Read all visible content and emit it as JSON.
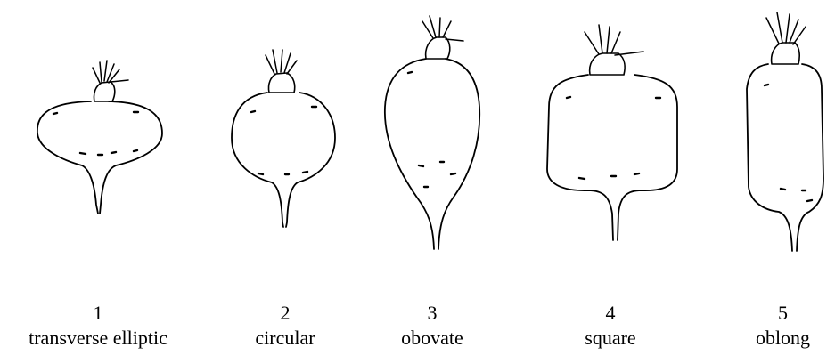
{
  "figure": {
    "shapes": [
      {
        "number": "1",
        "name": "transverse elliptic"
      },
      {
        "number": "2",
        "name": "circular"
      },
      {
        "number": "3",
        "name": "obovate"
      },
      {
        "number": "4",
        "name": "square"
      },
      {
        "number": "5",
        "name": "oblong"
      }
    ]
  }
}
